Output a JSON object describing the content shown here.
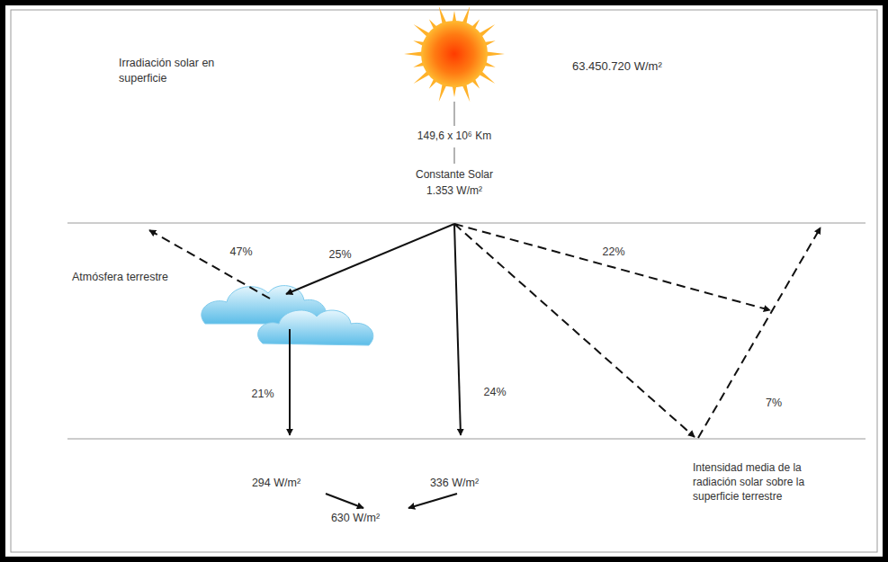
{
  "diagram": {
    "labels": [
      "Irradiación solar en superficie",
      "63.450.720 W/m²",
      "149,6 x 10⁶ Km",
      "Constante Solar",
      "1.353 W/m²",
      "47%",
      "25%",
      "22%",
      "Atmósfera terrestre",
      "21%",
      "24%",
      "7%",
      "294 W/m²",
      "336 W/m²",
      "630 W/m²",
      "Intensidad media de la radiación solar sobre la superficie terrestre"
    ]
  }
}
